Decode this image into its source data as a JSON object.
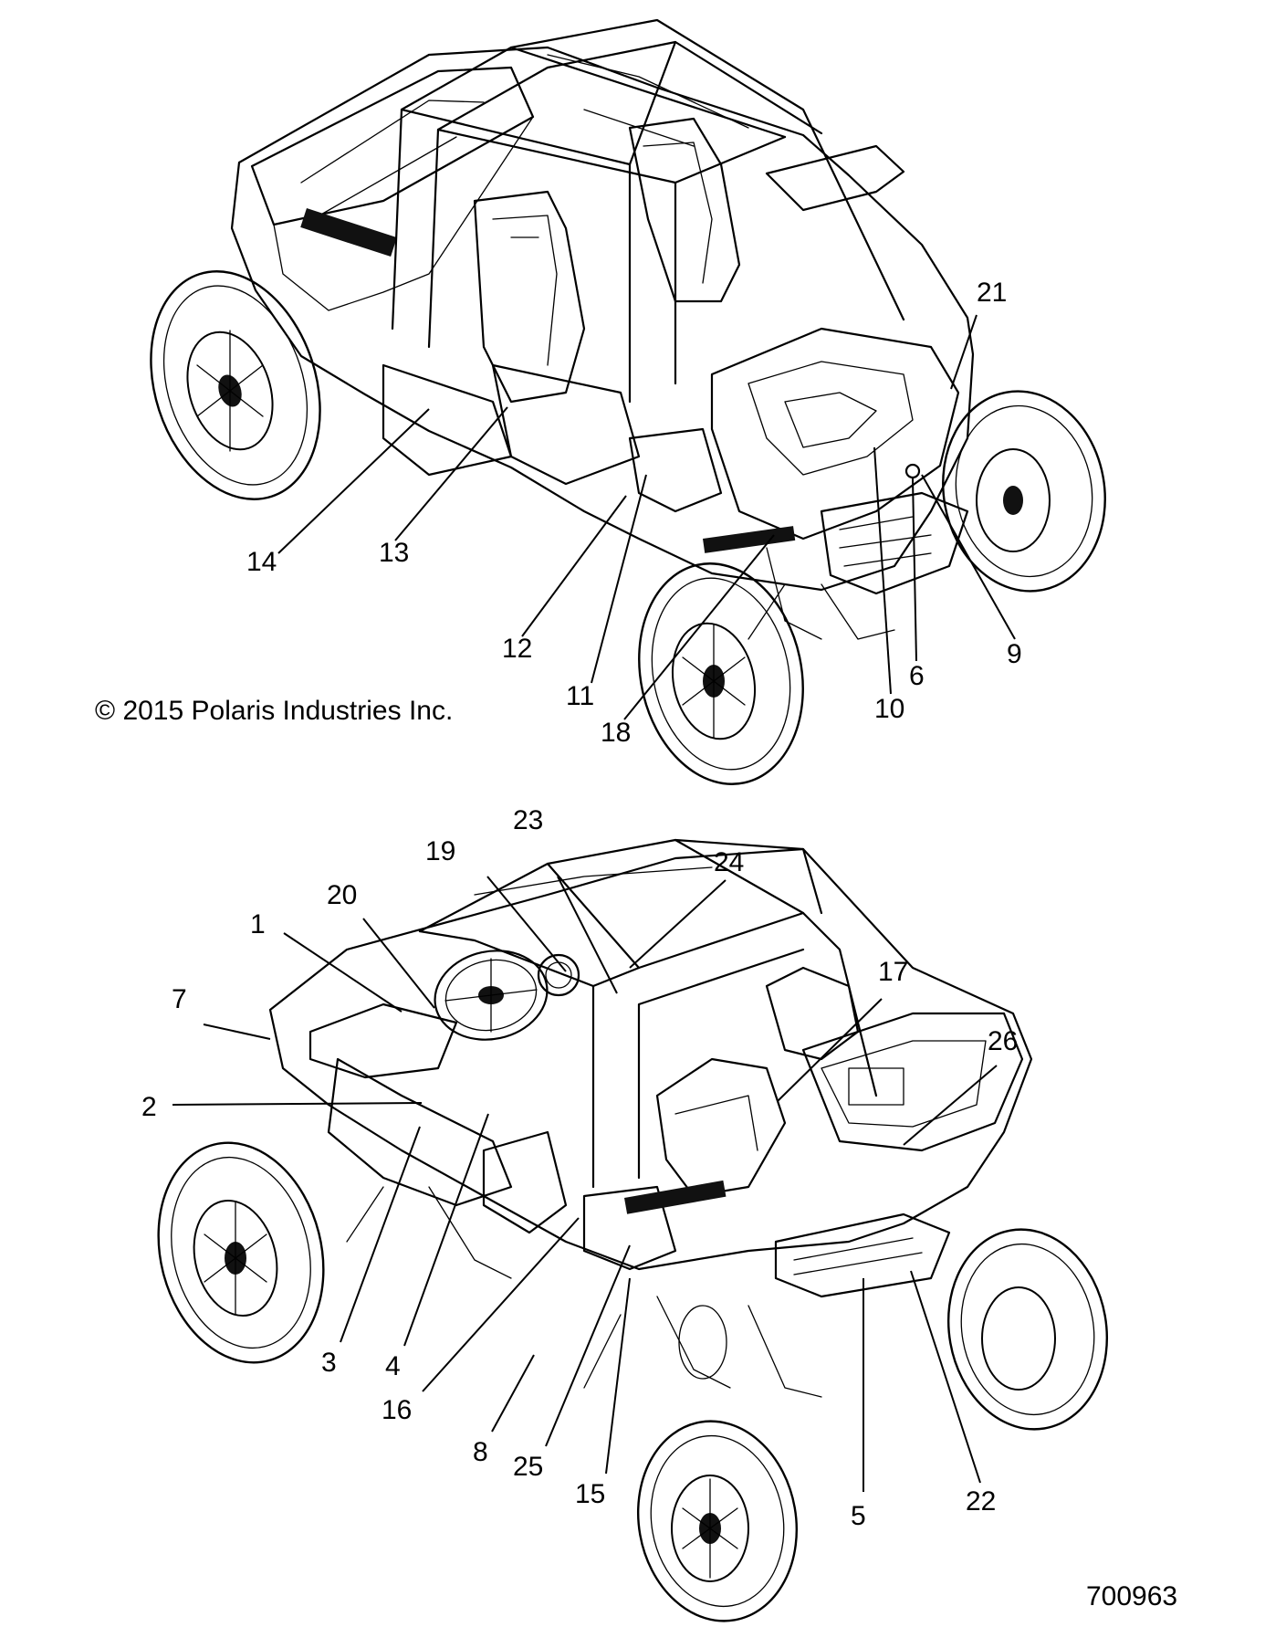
{
  "copyright": "© 2015 Polaris Industries Inc.",
  "figure_number": "700963",
  "icons": [
    "top-vehicle-illustration",
    "bottom-vehicle-illustration"
  ],
  "callouts_top": [
    "21",
    "14",
    "13",
    "12",
    "11",
    "18",
    "10",
    "6",
    "9"
  ],
  "callouts_bottom": [
    "23",
    "19",
    "24",
    "20",
    "1",
    "17",
    "7",
    "26",
    "2",
    "3",
    "4",
    "16",
    "8",
    "25",
    "15",
    "5",
    "22"
  ]
}
